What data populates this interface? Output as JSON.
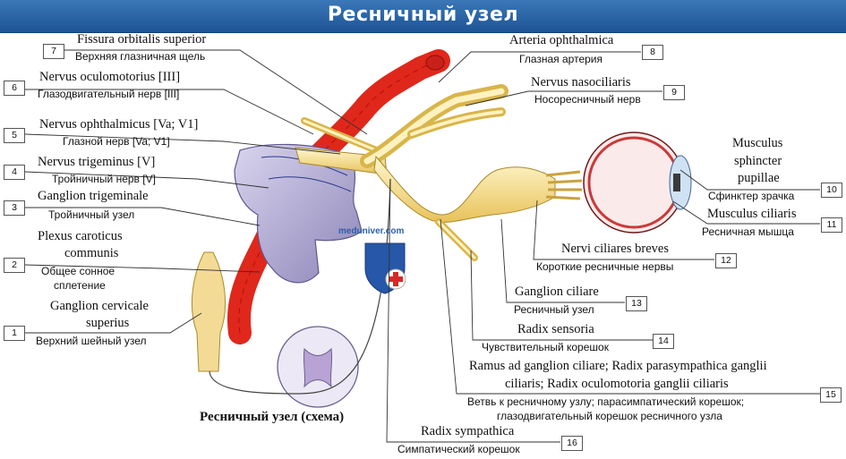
{
  "title": "Ресничный узел",
  "caption": "Ресничный узел (схема)",
  "watermark": "meduniver.com",
  "labels": [
    {
      "num": "1",
      "lat": [
        "Ganglion cervicale",
        "superius"
      ],
      "rus": [
        "Верхний шейный узел"
      ]
    },
    {
      "num": "2",
      "lat": [
        "Plexus caroticus",
        "communis"
      ],
      "rus": [
        "Общее сонное",
        "сплетение"
      ]
    },
    {
      "num": "3",
      "lat": [
        "Ganglion trigeminale"
      ],
      "rus": [
        "Тройничный узел"
      ]
    },
    {
      "num": "4",
      "lat": [
        "Nervus trigeminus [V]"
      ],
      "rus": [
        "Тройничный нерв [V]"
      ]
    },
    {
      "num": "5",
      "lat": [
        "Nervus ophthalmicus [Va; V1]"
      ],
      "rus": [
        "Глазной нерв [Va; V1]"
      ]
    },
    {
      "num": "6",
      "lat": [
        "Nervus oculomotorius [III]"
      ],
      "rus": [
        "Глазодвигательный нерв [III]"
      ]
    },
    {
      "num": "7",
      "lat": [
        "Fissura orbitalis superior"
      ],
      "rus": [
        "Верхняя глазничная щель"
      ]
    },
    {
      "num": "8",
      "lat": [
        "Arteria ophthalmica"
      ],
      "rus": [
        "Глазная артерия"
      ]
    },
    {
      "num": "9",
      "lat": [
        "Nervus nasociliaris"
      ],
      "rus": [
        "Носоресничный нерв"
      ]
    },
    {
      "num": "10",
      "lat": [
        "Musculus",
        "sphincter",
        "pupillae"
      ],
      "rus": [
        "Сфинктер зрачка"
      ]
    },
    {
      "num": "11",
      "lat": [
        "Musculus ciliaris"
      ],
      "rus": [
        "Ресничная мышца"
      ]
    },
    {
      "num": "12",
      "lat": [
        "Nervi ciliares breves"
      ],
      "rus": [
        "Короткие ресничные нервы"
      ]
    },
    {
      "num": "13",
      "lat": [
        "Ganglion ciliare"
      ],
      "rus": [
        "Ресничный узел"
      ]
    },
    {
      "num": "14",
      "lat": [
        "Radix sensoria"
      ],
      "rus": [
        "Чувствительный корешок"
      ]
    },
    {
      "num": "15",
      "lat": [
        "Ramus ad ganglion ciliare; Radix parasympathica ganglii",
        "ciliaris; Radix oculomotoria ganglii ciliaris"
      ],
      "rus": [
        "Ветвь к ресничному узлу; парасимпатический корешок;",
        "глазодвигательный корешок ресничного узла"
      ]
    },
    {
      "num": "16",
      "lat": [
        "Radix sympathica"
      ],
      "rus": [
        "Симпатический корешок"
      ]
    }
  ]
}
